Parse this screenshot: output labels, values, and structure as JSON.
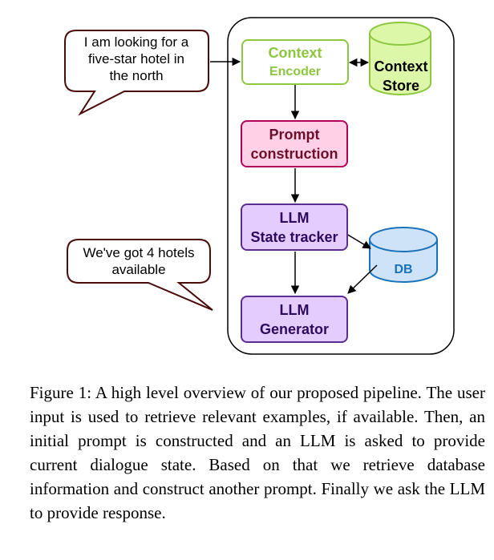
{
  "user_message": [
    "I am looking for a",
    "five-star hotel in",
    "the north"
  ],
  "system_message": [
    "We've got 4 hotels",
    "available"
  ],
  "nodes": {
    "context_encoder": {
      "line1": "Context",
      "line2": "Encoder",
      "color": "#8dc63f",
      "fill": "#ffffff"
    },
    "context_store": {
      "line1": "Context",
      "line2": "Store",
      "color": "#8dc63f",
      "fill": "#ddf7a8"
    },
    "prompt_construction": {
      "line1": "Prompt",
      "line2": "construction",
      "color": "#b5005b",
      "fill": "#ffd0e6"
    },
    "llm_state_tracker": {
      "line1": "LLM",
      "line2": "State tracker",
      "color": "#5a2d91",
      "fill": "#e4ccff"
    },
    "db": {
      "label": "DB",
      "color": "#1a73b8",
      "fill": "#cfe3f8"
    },
    "llm_generator": {
      "line1": "LLM",
      "line2": "Generator",
      "color": "#5a2d91",
      "fill": "#e4ccff"
    }
  },
  "caption": "Figure 1: A high level overview of our proposed pipeline. The user input is used to retrieve relevant examples, if available. Then, an initial prompt is constructed and an LLM is asked to provide current dialogue state. Based on that we retrieve database information and construct another prompt. Finally we ask the LLM to provide response."
}
